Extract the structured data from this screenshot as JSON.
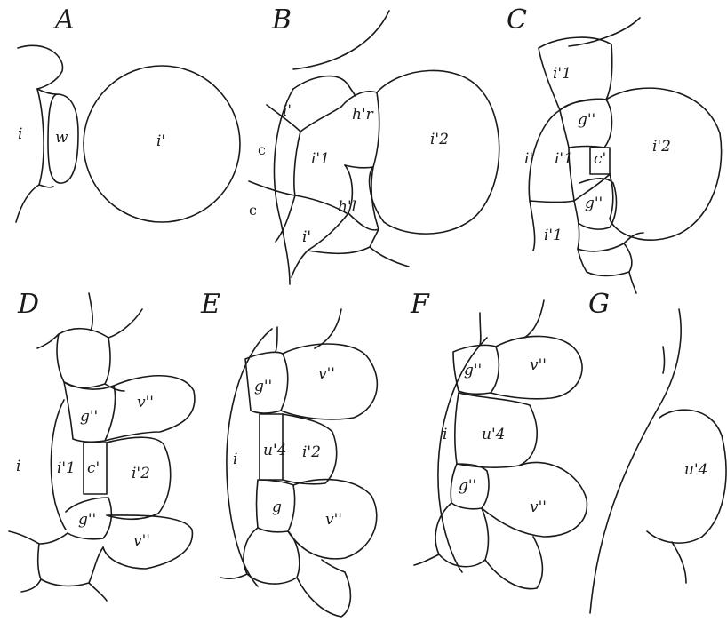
{
  "figure": {
    "panels": [
      {
        "letter": "A",
        "labels": {
          "i": "i",
          "w": "w",
          "i1": "i'"
        }
      },
      {
        "letter": "B",
        "labels": {
          "i_top": "i'",
          "hr": "h'r",
          "c1": "c",
          "i1": "i'1",
          "i2": "i'2",
          "c2": "c",
          "hl": "h'l",
          "i_bot": "i'"
        }
      },
      {
        "letter": "C",
        "labels": {
          "i1_top": "i'1",
          "g_top": "g''",
          "i2": "i'2",
          "i_left": "i'",
          "i1_mid": "i'1",
          "c": "c'",
          "g_bot": "g''",
          "i1_bot": "i'1"
        }
      },
      {
        "letter": "D",
        "labels": {
          "g_top": "g''",
          "v_top": "v''",
          "i": "i",
          "i1": "i'1",
          "c": "c'",
          "i2": "i'2",
          "g_bot": "g''",
          "v_bot": "v''"
        }
      },
      {
        "letter": "E",
        "labels": {
          "g_top": "g''",
          "v_top": "v''",
          "i": "i",
          "u": "u'4",
          "i2": "i'2",
          "g_bot": "g",
          "v_bot": "v''"
        }
      },
      {
        "letter": "F",
        "labels": {
          "g_top": "g''",
          "v_top": "v''",
          "i": "i",
          "u": "u'4",
          "g_bot": "g''",
          "v_bot": "v''"
        }
      },
      {
        "letter": "G",
        "labels": {
          "u": "u'4"
        }
      }
    ]
  }
}
